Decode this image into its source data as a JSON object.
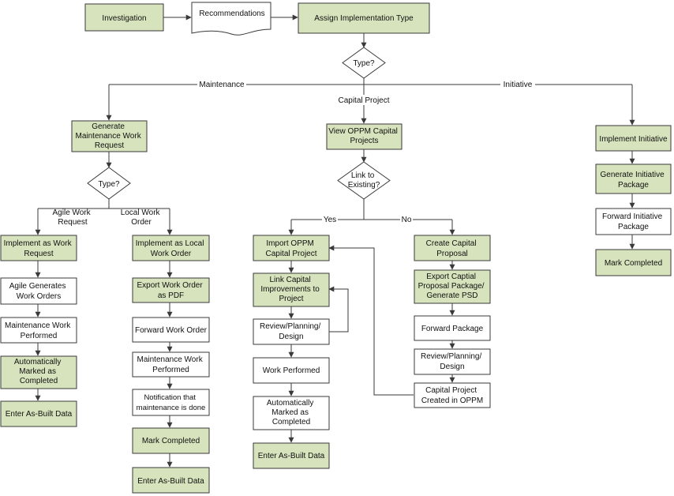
{
  "nodes": {
    "investigation": "Investigation",
    "recommendations": "Recommendations",
    "assign_type": "Assign Implementation Type",
    "type_decision": "Type?",
    "gen_maint_request": [
      "Generate",
      "Maintenance Work",
      "Request"
    ],
    "type2_decision": "Type?",
    "view_oppm": [
      "View OPPM Capital",
      "Projects"
    ],
    "link_existing": [
      "Link to",
      "Existing?"
    ],
    "implement_initiative": "Implement Initiative",
    "gen_initiative_package": [
      "Generate Initiative",
      "Package"
    ],
    "forward_initiative_package": [
      "Forward Initiative",
      "Package"
    ],
    "initiative_mark_completed": "Mark Completed",
    "impl_work_request": [
      "Implement as Work",
      "Request"
    ],
    "agile_generates": [
      "Agile Generates",
      "Work Orders"
    ],
    "maint_work_performed_a": [
      "Maintenance Work",
      "Performed"
    ],
    "auto_marked_a": [
      "Automatically",
      "Marked as",
      "Completed"
    ],
    "enter_asbuilt_a": "Enter As-Built Data",
    "impl_local_wo": [
      "Implement as Local",
      "Work Order"
    ],
    "export_wo_pdf": [
      "Export Work Order",
      "as PDF"
    ],
    "forward_wo": "Forward Work Order",
    "maint_work_performed_b": [
      "Maintenance Work",
      "Performed"
    ],
    "notification": [
      "Notification that",
      "maintenance is done"
    ],
    "mark_completed_b": "Mark Completed",
    "enter_asbuilt_b": "Enter As-Built Data",
    "import_oppm": [
      "Import OPPM",
      "Capital Project"
    ],
    "link_capital": [
      "Link Capital",
      "Improvements to",
      "Project"
    ],
    "review_planning_c": [
      "Review/Planning/",
      "Design"
    ],
    "work_performed_c": "Work Performed",
    "auto_marked_c": [
      "Automatically",
      "Marked as",
      "Completed"
    ],
    "enter_asbuilt_c": "Enter As-Built Data",
    "create_capital_proposal": [
      "Create Capital",
      "Proposal"
    ],
    "export_capital_proposal": [
      "Export Captial",
      "Proposal Package/",
      "Generate PSD"
    ],
    "forward_package": "Forward Package",
    "review_planning_d": [
      "Review/Planning/",
      "Design"
    ],
    "capital_project_created": [
      "Capital Project",
      "Created in OPPM"
    ]
  },
  "edges": {
    "maintenance": "Maintenance",
    "capital_project": "Capital Project",
    "initiative": "Initiative",
    "agile_work_request": [
      "Agile Work",
      "Request"
    ],
    "local_work_order": [
      "Local Work",
      "Order"
    ],
    "yes": "Yes",
    "no": "No"
  },
  "colors": {
    "action_fill": "#d6e3bc",
    "step_fill": "#ffffff",
    "stroke": "#3a3a3a"
  }
}
